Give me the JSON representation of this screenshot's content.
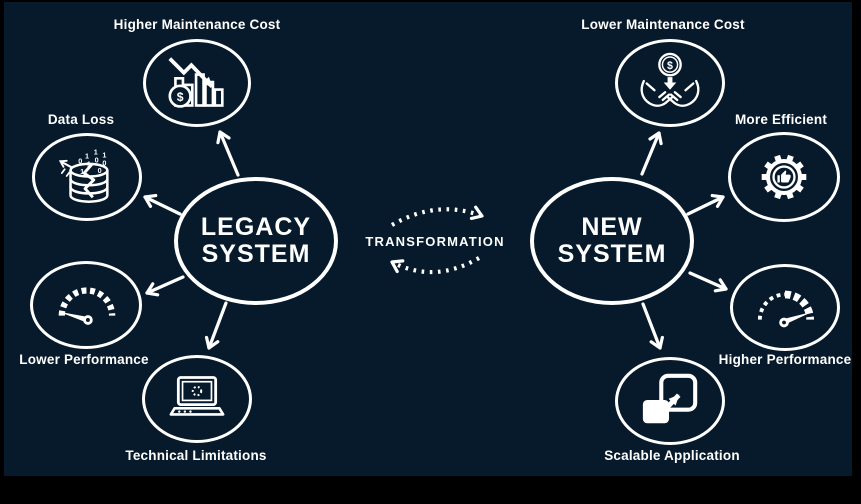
{
  "colors": {
    "frame": "#000000",
    "canvas": "#071a2b",
    "ink": "#ffffff"
  },
  "center": {
    "label": "TRANSFORMATION"
  },
  "legacy": {
    "title_line1": "LEGACY",
    "title_line2": "SYSTEM",
    "satellites": [
      {
        "label": "Higher Maintenance Cost",
        "icon": "declining-cost-chart-icon"
      },
      {
        "label": "Data Loss",
        "icon": "broken-database-icon"
      },
      {
        "label": "Lower Performance",
        "icon": "speedometer-low-icon"
      },
      {
        "label": "Technical Limitations",
        "icon": "laptop-loading-icon"
      }
    ]
  },
  "new": {
    "title_line1": "NEW",
    "title_line2": "SYSTEM",
    "satellites": [
      {
        "label": "Lower Maintenance Cost",
        "icon": "hands-holding-dollar-icon"
      },
      {
        "label": "More Efficient",
        "icon": "gear-thumbs-up-icon"
      },
      {
        "label": "Higher Performance",
        "icon": "speedometer-high-icon"
      },
      {
        "label": "Scalable Application",
        "icon": "scalable-application-icon"
      }
    ]
  },
  "icon_text": {
    "dollar": "$",
    "digits": [
      "1",
      "1",
      "1",
      "0",
      "0",
      "1",
      "0",
      "1",
      "0"
    ]
  }
}
